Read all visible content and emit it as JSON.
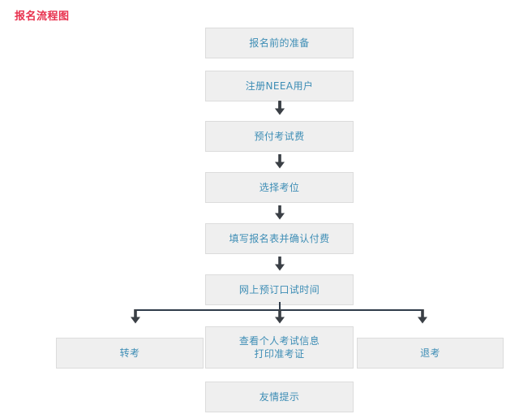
{
  "page": {
    "title": "报名流程图",
    "title_color": "#e8314e",
    "box_text_color": "#3d8db5",
    "box_fill_color": "#efefef",
    "box_border_color": "#dcdcdc",
    "connector_color": "#2f3b4a"
  },
  "flow": {
    "type": "flowchart",
    "steps": [
      {
        "id": "step-1",
        "label": "报名前的准备"
      },
      {
        "id": "step-2",
        "label": "注册NEEA用户"
      },
      {
        "id": "step-3",
        "label": "预付考试费"
      },
      {
        "id": "step-4",
        "label": "选择考位"
      },
      {
        "id": "step-5",
        "label": "填写报名表并确认付费"
      },
      {
        "id": "step-6",
        "label": "网上预订口试时间"
      }
    ],
    "branch": {
      "left": {
        "id": "branch-left",
        "label": "转考"
      },
      "center": {
        "id": "branch-center",
        "label_line_1": "查看个人考试信息",
        "label_line_2": "打印准考证"
      },
      "right": {
        "id": "branch-right",
        "label": "退考"
      }
    },
    "footer": {
      "id": "step-footer",
      "label": "友情提示"
    },
    "connectors": [
      {
        "name": "arrow-step1-step2",
        "kind": "arrow-down-icon"
      },
      {
        "name": "arrow-step2-step3",
        "kind": "arrow-down-icon"
      },
      {
        "name": "arrow-step3-step4",
        "kind": "arrow-down-icon"
      },
      {
        "name": "arrow-step4-step5",
        "kind": "arrow-down-icon"
      },
      {
        "name": "arrow-step5-step6",
        "kind": "arrow-down-icon"
      },
      {
        "name": "arrow-branch-left",
        "kind": "arrow-down-icon"
      },
      {
        "name": "arrow-branch-center",
        "kind": "arrow-down-icon"
      },
      {
        "name": "arrow-branch-right",
        "kind": "arrow-down-icon"
      },
      {
        "name": "arrow-center-footer",
        "kind": "arrow-down-icon"
      }
    ]
  }
}
